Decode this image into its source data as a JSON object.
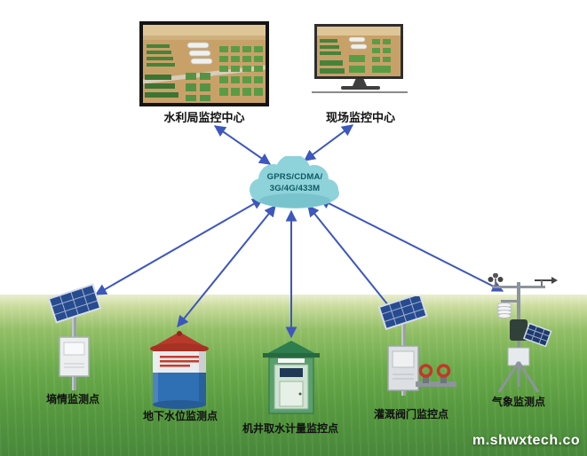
{
  "monitors": {
    "bureau": {
      "label": "水利局监控中心"
    },
    "site": {
      "label": "现场监控中心"
    }
  },
  "cloud": {
    "line1": "GPRS/CDMA/",
    "line2": "3G/4G/433M"
  },
  "devices": [
    {
      "label": "墒情监测点"
    },
    {
      "label": "地下水位监测点"
    },
    {
      "label": "机井取水计量监控点"
    },
    {
      "label": "灌溉阀门监控点"
    },
    {
      "label": "气象监测点"
    }
  ],
  "watermark": "m.shwxtech.co",
  "colors": {
    "arrow": "#3d57bd",
    "cloud_fill": "#8ed2da",
    "cloud_text": "#0c5a64",
    "field_green": "#57993f",
    "solar_panel": "#274b8f",
    "barrel_blue": "#2f6fb3",
    "barrel_lid_red": "#b8392b",
    "kiosk_green": "#58a06c"
  }
}
